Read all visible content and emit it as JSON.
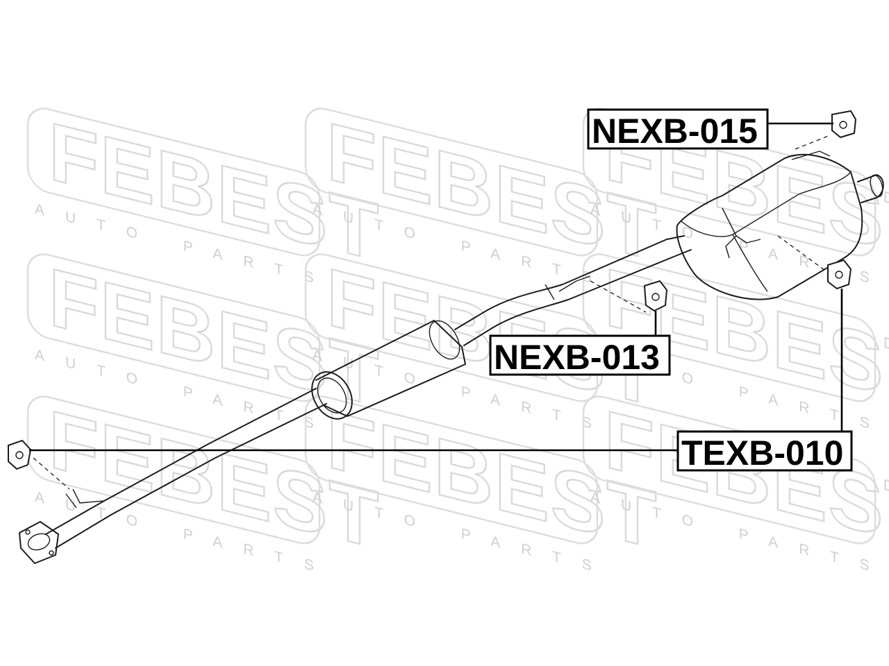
{
  "watermark": {
    "brand": "FEBEST",
    "tagline": "AUTO PARTS"
  },
  "parts": {
    "nexb_015": "NEXB-015",
    "nexb_013": "NEXB-013",
    "texb_010": "TEXB-010"
  },
  "colors": {
    "watermark": "#dadada",
    "line": "#1a1a1a",
    "label_border": "#000000",
    "background": "#ffffff"
  }
}
